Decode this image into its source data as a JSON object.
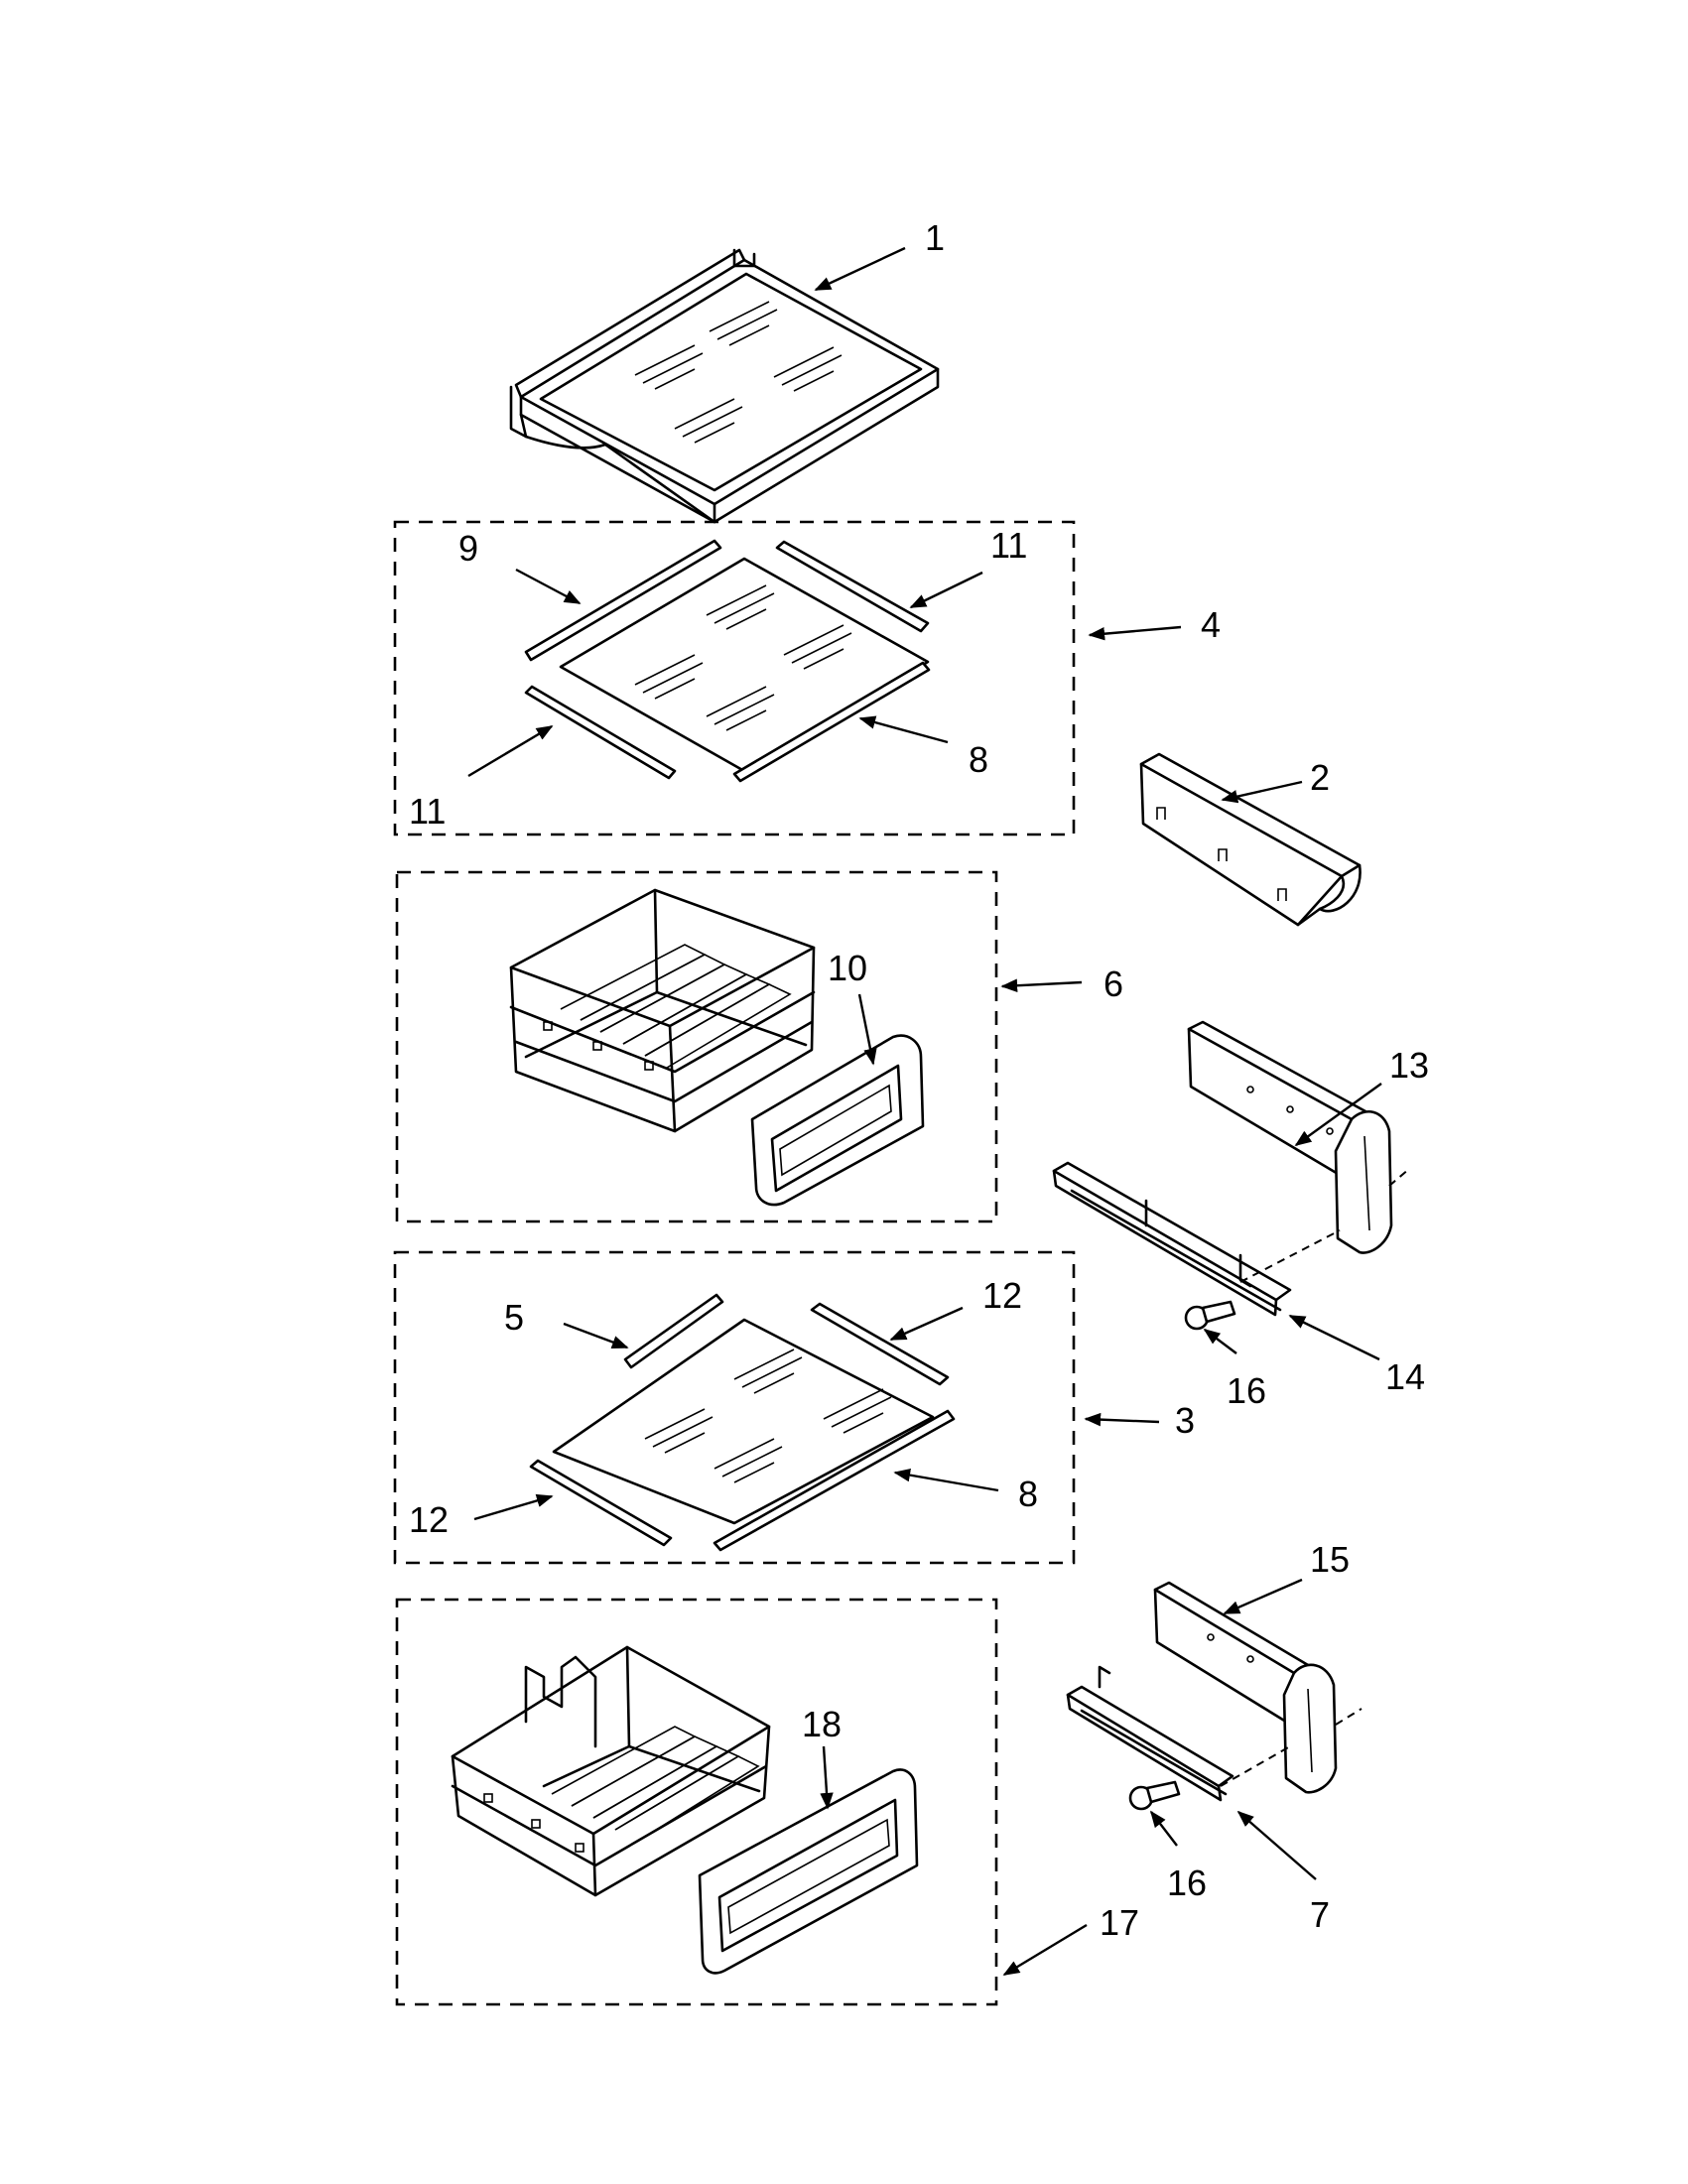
{
  "callouts": [
    {
      "id": "c1",
      "label": "1"
    },
    {
      "id": "c9",
      "label": "9"
    },
    {
      "id": "c11a",
      "label": "11"
    },
    {
      "id": "c4",
      "label": "4"
    },
    {
      "id": "c8a",
      "label": "8"
    },
    {
      "id": "c11b",
      "label": "11"
    },
    {
      "id": "c2",
      "label": "2"
    },
    {
      "id": "c10",
      "label": "10"
    },
    {
      "id": "c6",
      "label": "6"
    },
    {
      "id": "c13",
      "label": "13"
    },
    {
      "id": "c5",
      "label": "5"
    },
    {
      "id": "c12a",
      "label": "12"
    },
    {
      "id": "c14",
      "label": "14"
    },
    {
      "id": "c16a",
      "label": "16"
    },
    {
      "id": "c3",
      "label": "3"
    },
    {
      "id": "c8b",
      "label": "8"
    },
    {
      "id": "c12b",
      "label": "12"
    },
    {
      "id": "c15",
      "label": "15"
    },
    {
      "id": "c18",
      "label": "18"
    },
    {
      "id": "c16b",
      "label": "16"
    },
    {
      "id": "c7",
      "label": "7"
    },
    {
      "id": "c17",
      "label": "17"
    }
  ]
}
